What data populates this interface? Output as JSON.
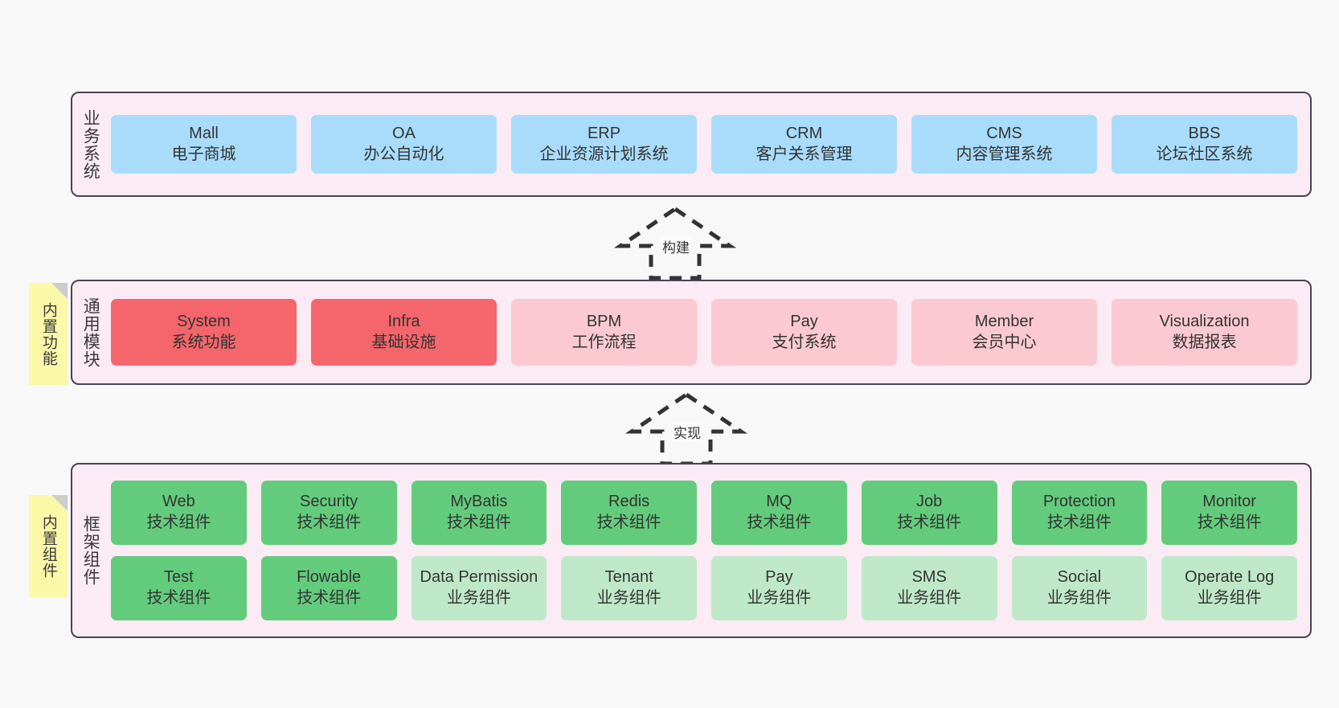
{
  "diagram": {
    "title": "",
    "background_color": "#f8f8f8",
    "panel_color": "#faebf4",
    "panel_border_color": "#4a4453",
    "note_color": "#fbf8a8",
    "note_fold_color": "#cccccc"
  },
  "notes": [
    {
      "label": "内置功能"
    },
    {
      "label": "内置组件"
    }
  ],
  "connectors": [
    {
      "label": "构建",
      "style": "dashed-hollow-arrow-up"
    },
    {
      "label": "实现",
      "style": "dashed-hollow-arrow-up"
    }
  ],
  "layers": [
    {
      "id": "business",
      "title": "业务系统",
      "accent": "#a9dcfb",
      "rows": [
        {
          "cells": [
            {
              "name": "Mall",
              "desc": "电子商城",
              "color": "#a9dcfb"
            },
            {
              "name": "OA",
              "desc": "办公自动化",
              "color": "#a9dcfb"
            },
            {
              "name": "ERP",
              "desc": "企业资源计划系统",
              "color": "#a9dcfb"
            },
            {
              "name": "CRM",
              "desc": "客户关系管理",
              "color": "#a9dcfb"
            },
            {
              "name": "CMS",
              "desc": "内容管理系统",
              "color": "#a9dcfb"
            },
            {
              "name": "BBS",
              "desc": "论坛社区系统",
              "color": "#a9dcfb"
            }
          ]
        }
      ]
    },
    {
      "id": "common",
      "title": "通用模块",
      "accent": "#f4666b",
      "rows": [
        {
          "cells": [
            {
              "name": "System",
              "desc": "系统功能",
              "color": "#f4666b"
            },
            {
              "name": "Infra",
              "desc": "基础设施",
              "color": "#f4666b"
            },
            {
              "name": "BPM",
              "desc": "工作流程",
              "color": "#fbc9d2"
            },
            {
              "name": "Pay",
              "desc": "支付系统",
              "color": "#fbc9d2"
            },
            {
              "name": "Member",
              "desc": "会员中心",
              "color": "#fbc9d2"
            },
            {
              "name": "Visualization",
              "desc": "数据报表",
              "color": "#fbc9d2"
            }
          ]
        }
      ]
    },
    {
      "id": "framework",
      "title": "框架组件",
      "accent": "#63cc7c",
      "rows": [
        {
          "cells": [
            {
              "name": "Web",
              "desc": "技术组件",
              "color": "#63cc7c"
            },
            {
              "name": "Security",
              "desc": "技术组件",
              "color": "#63cc7c"
            },
            {
              "name": "MyBatis",
              "desc": "技术组件",
              "color": "#63cc7c"
            },
            {
              "name": "Redis",
              "desc": "技术组件",
              "color": "#63cc7c"
            },
            {
              "name": "MQ",
              "desc": "技术组件",
              "color": "#63cc7c"
            },
            {
              "name": "Job",
              "desc": "技术组件",
              "color": "#63cc7c"
            },
            {
              "name": "Protection",
              "desc": "技术组件",
              "color": "#63cc7c"
            },
            {
              "name": "Monitor",
              "desc": "技术组件",
              "color": "#63cc7c"
            }
          ]
        },
        {
          "cells": [
            {
              "name": "Test",
              "desc": "技术组件",
              "color": "#63cc7c"
            },
            {
              "name": "Flowable",
              "desc": "技术组件",
              "color": "#63cc7c"
            },
            {
              "name": "Data Permission",
              "desc": "业务组件",
              "color": "#bfe8c8"
            },
            {
              "name": "Tenant",
              "desc": "业务组件",
              "color": "#bfe8c8"
            },
            {
              "name": "Pay",
              "desc": "业务组件",
              "color": "#bfe8c8"
            },
            {
              "name": "SMS",
              "desc": "业务组件",
              "color": "#bfe8c8"
            },
            {
              "name": "Social",
              "desc": "业务组件",
              "color": "#bfe8c8"
            },
            {
              "name": "Operate Log",
              "desc": "业务组件",
              "color": "#bfe8c8"
            }
          ]
        }
      ]
    }
  ]
}
